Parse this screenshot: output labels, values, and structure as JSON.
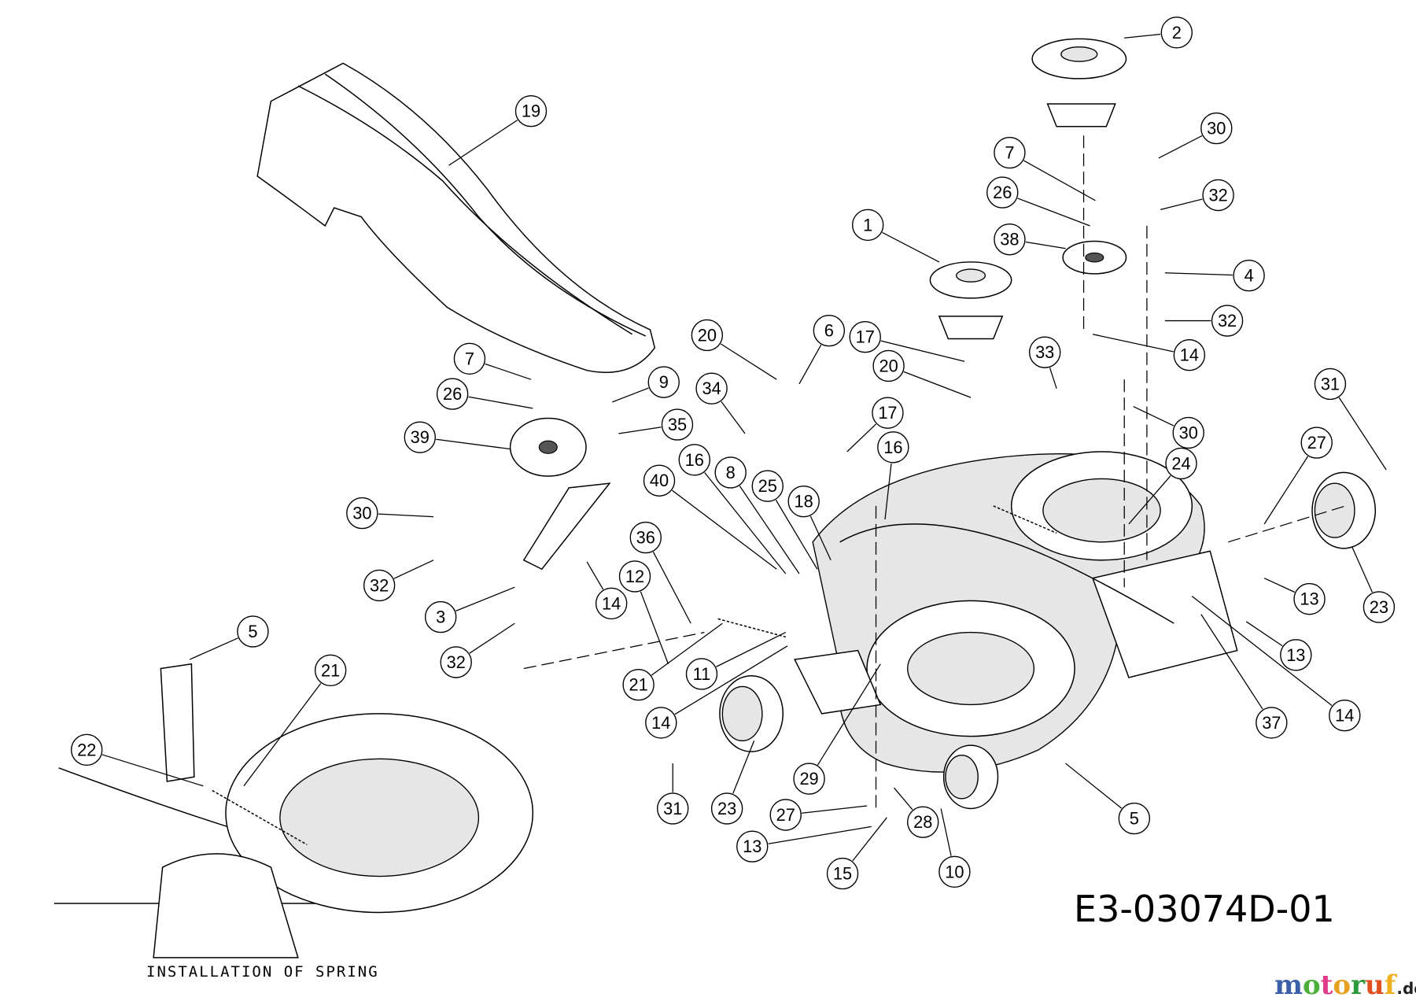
{
  "diagram": {
    "drawing_code": "E3-03074D-01",
    "inset_caption": "INSTALLATION OF SPRING",
    "watermark": {
      "text": "motoruf",
      "suffix": ".de",
      "colors": [
        "#3b5fa8",
        "#4caf3a",
        "#e03a8a",
        "#e8a020",
        "#2a9a3a",
        "#e05020",
        "#f0b020"
      ]
    },
    "callouts": [
      "1",
      "2",
      "7",
      "26",
      "30",
      "32",
      "38",
      "4",
      "32",
      "14",
      "19",
      "17",
      "20",
      "6",
      "20",
      "33",
      "34",
      "7",
      "26",
      "9",
      "35",
      "39",
      "17",
      "16",
      "30",
      "31",
      "27",
      "24",
      "40",
      "16",
      "8",
      "25",
      "18",
      "36",
      "12",
      "30",
      "32",
      "3",
      "14",
      "32",
      "21",
      "11",
      "14",
      "13",
      "23",
      "13",
      "37",
      "14",
      "5",
      "29",
      "23",
      "31",
      "27",
      "13",
      "15",
      "28",
      "10",
      "5",
      "21",
      "22"
    ]
  }
}
